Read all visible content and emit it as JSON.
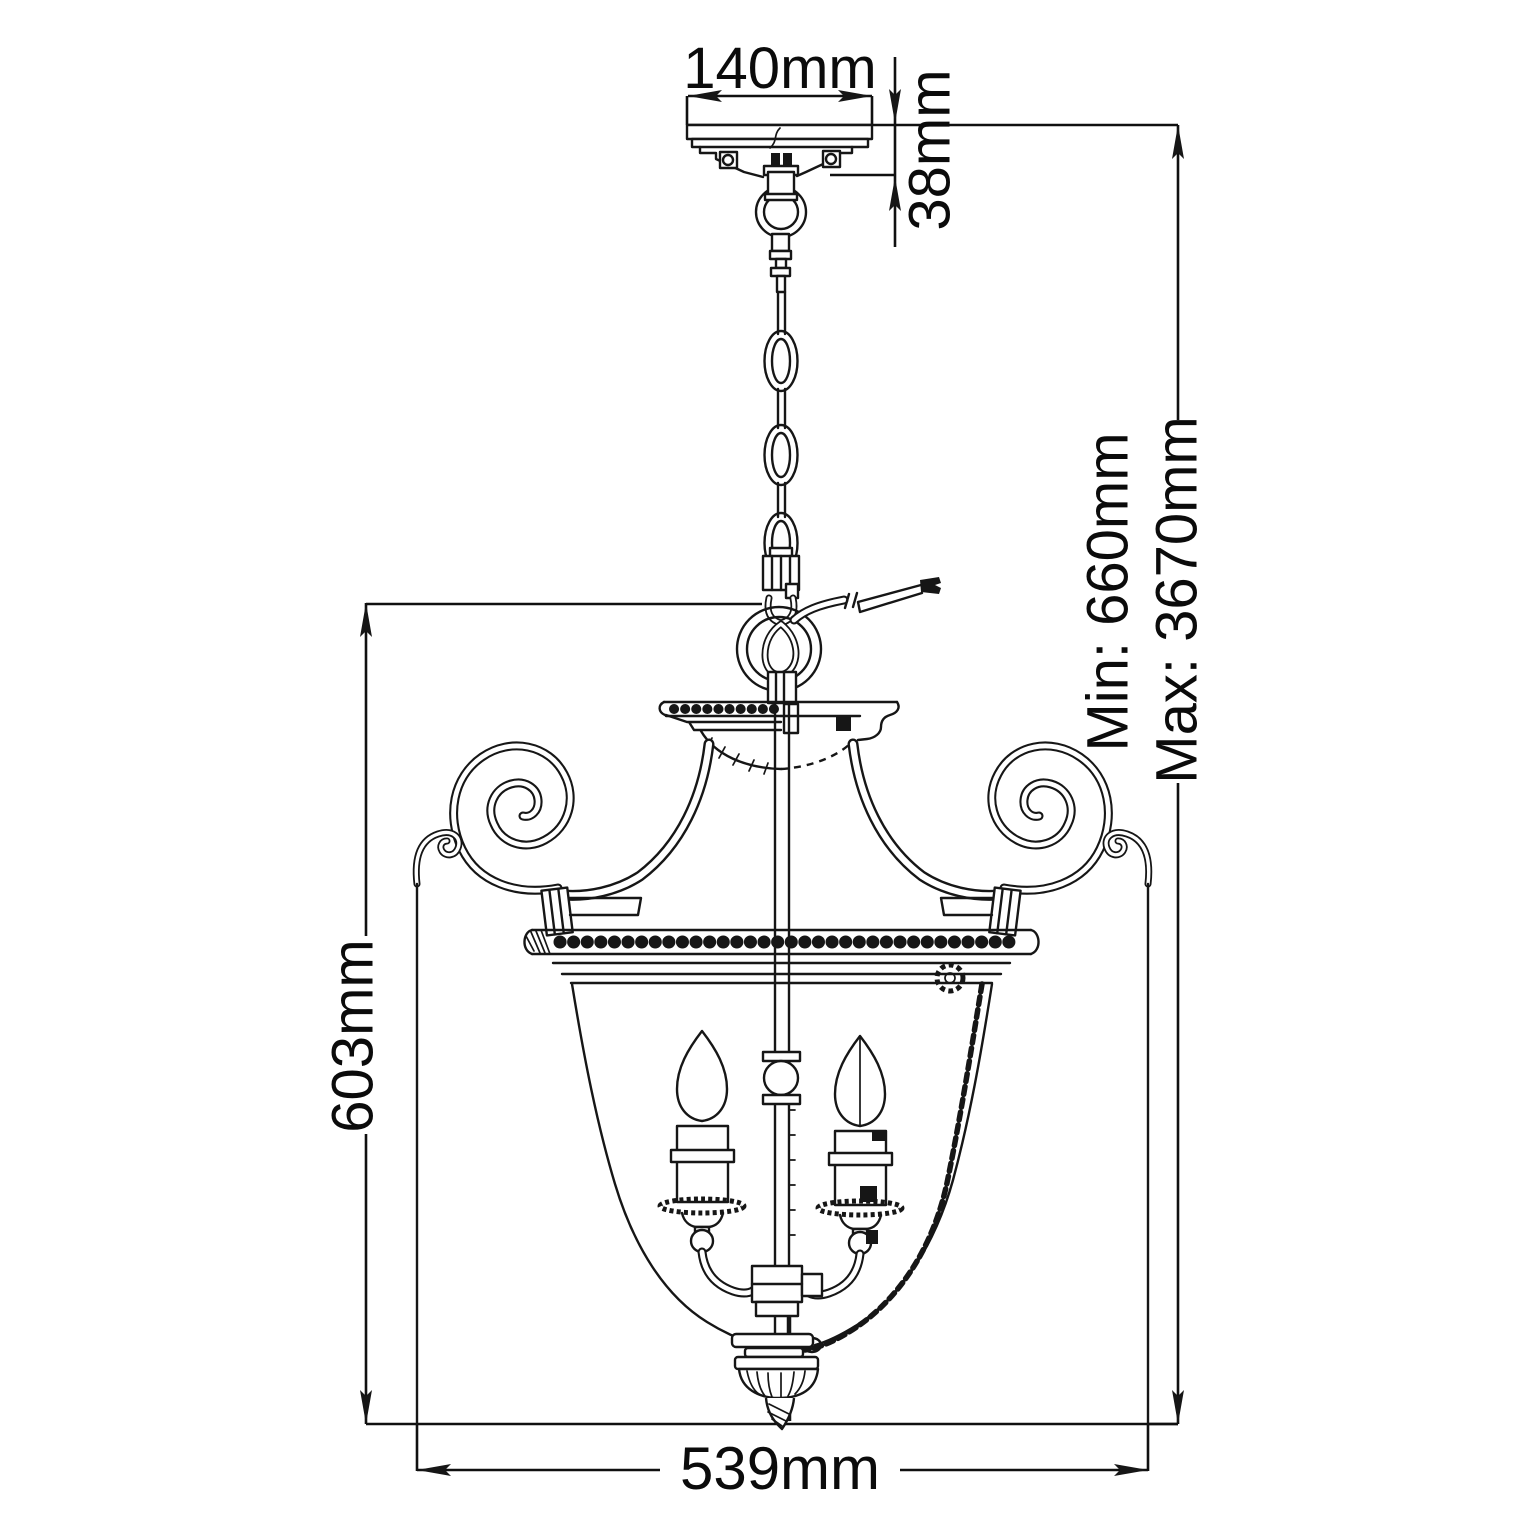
{
  "page": {
    "background": "#ffffff",
    "line_color": "#161616"
  },
  "diagram_type": "technical line drawing of a pendant chandelier with dimension annotations",
  "dimensions": {
    "canopy_width": "140mm",
    "canopy_height": "38mm",
    "hanging_min": "Min: 660mm",
    "hanging_max": "Max: 3670mm",
    "body_height": "603mm",
    "body_width": "539mm"
  }
}
